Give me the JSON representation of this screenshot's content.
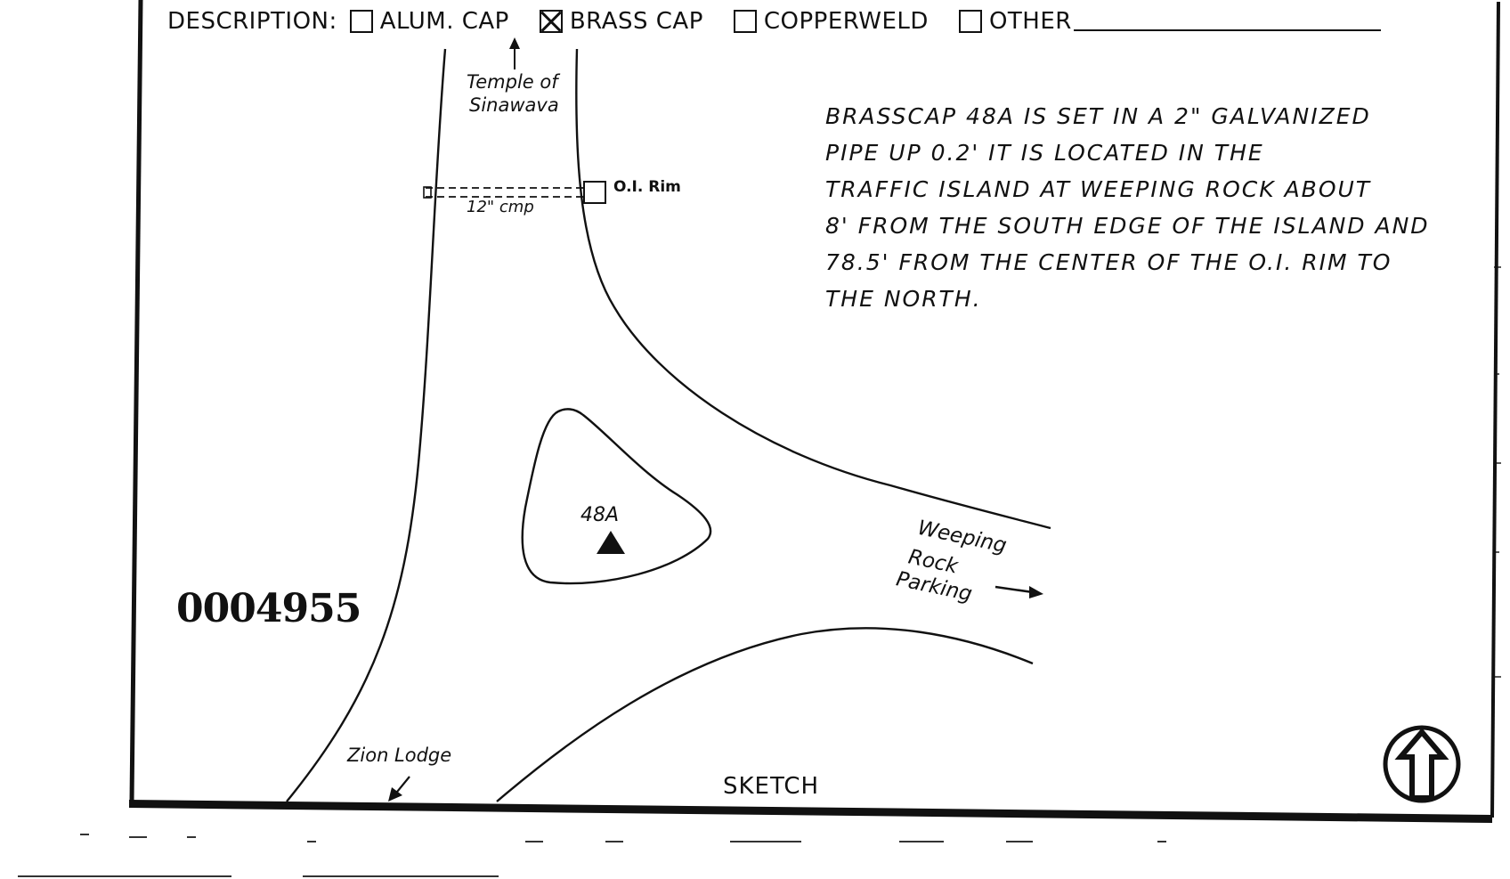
{
  "description": {
    "label": "DESCRIPTION:",
    "options": [
      {
        "label": "ALUM. CAP",
        "checked": false
      },
      {
        "label": "BRASS CAP",
        "checked": true
      },
      {
        "label": "COPPERWELD",
        "checked": false
      },
      {
        "label": "OTHER",
        "checked": false
      }
    ]
  },
  "note": {
    "lines": [
      "Brasscap 48A is set in a 2\" Galvanized",
      "Pipe up 0.2' It is located in the",
      "Traffic Island at Weeping Rock about",
      "8' From the South Edge of the Island and",
      "78.5' From the center of the O.I. Rim to",
      "the North."
    ]
  },
  "sketch": {
    "temple_label_1": "Temple of",
    "temple_label_2": "Sinawava",
    "culvert_label": "12\" cmp",
    "rim_label": "O.I. Rim",
    "benchmark_label": "48A",
    "weeping_1": "Weeping",
    "weeping_2": "Rock",
    "weeping_3": "Parking",
    "lodge_label": "Zion Lodge",
    "title": "SKETCH"
  },
  "record_number": "0004955",
  "colors": {
    "ink": "#111111",
    "paper": "#ffffff"
  },
  "north_arrow": {
    "icon": "north-arrow-icon"
  }
}
